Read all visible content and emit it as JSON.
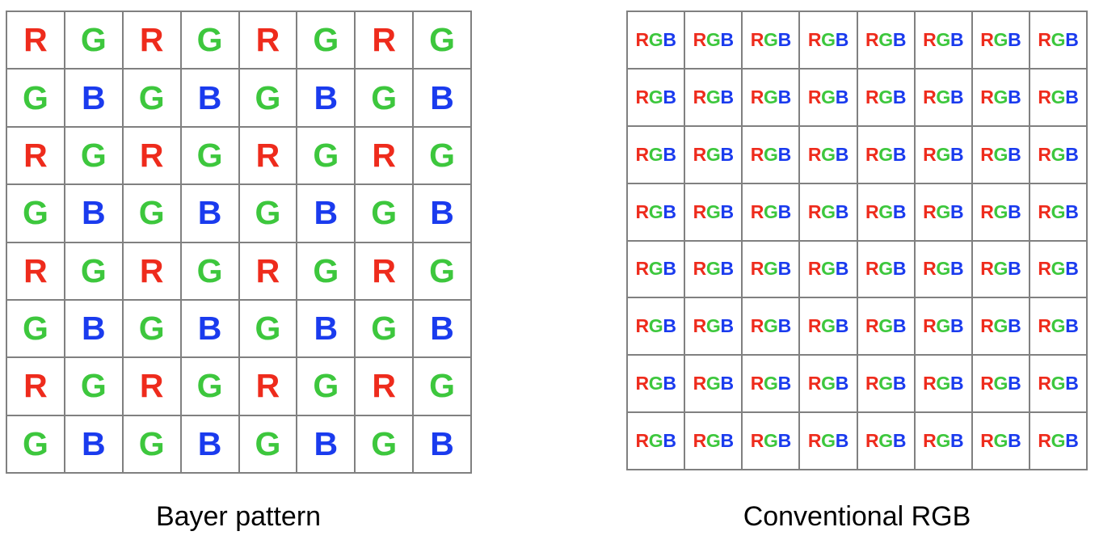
{
  "figure": {
    "background_color": "#ffffff",
    "panels": [
      {
        "id": "bayer",
        "caption": "Bayer pattern",
        "rows": 8,
        "cols": 8,
        "grid_line_color": "#808080",
        "cell_background": "#ffffff",
        "cells": [
          [
            "R",
            "G",
            "R",
            "G",
            "R",
            "G",
            "R",
            "G"
          ],
          [
            "G",
            "B",
            "G",
            "B",
            "G",
            "B",
            "G",
            "B"
          ],
          [
            "R",
            "G",
            "R",
            "G",
            "R",
            "G",
            "R",
            "G"
          ],
          [
            "G",
            "B",
            "G",
            "B",
            "G",
            "B",
            "G",
            "B"
          ],
          [
            "R",
            "G",
            "R",
            "G",
            "R",
            "G",
            "R",
            "G"
          ],
          [
            "G",
            "B",
            "G",
            "B",
            "G",
            "B",
            "G",
            "B"
          ],
          [
            "R",
            "G",
            "R",
            "G",
            "R",
            "G",
            "R",
            "G"
          ],
          [
            "G",
            "B",
            "G",
            "B",
            "G",
            "B",
            "G",
            "B"
          ]
        ]
      },
      {
        "id": "rgb",
        "caption": "Conventional RGB",
        "rows": 8,
        "cols": 8,
        "grid_line_color": "#808080",
        "cell_background": "#ffffff",
        "cells": [
          [
            "RGB",
            "RGB",
            "RGB",
            "RGB",
            "RGB",
            "RGB",
            "RGB",
            "RGB"
          ],
          [
            "RGB",
            "RGB",
            "RGB",
            "RGB",
            "RGB",
            "RGB",
            "RGB",
            "RGB"
          ],
          [
            "RGB",
            "RGB",
            "RGB",
            "RGB",
            "RGB",
            "RGB",
            "RGB",
            "RGB"
          ],
          [
            "RGB",
            "RGB",
            "RGB",
            "RGB",
            "RGB",
            "RGB",
            "RGB",
            "RGB"
          ],
          [
            "RGB",
            "RGB",
            "RGB",
            "RGB",
            "RGB",
            "RGB",
            "RGB",
            "RGB"
          ],
          [
            "RGB",
            "RGB",
            "RGB",
            "RGB",
            "RGB",
            "RGB",
            "RGB",
            "RGB"
          ],
          [
            "RGB",
            "RGB",
            "RGB",
            "RGB",
            "RGB",
            "RGB",
            "RGB",
            "RGB"
          ],
          [
            "RGB",
            "RGB",
            "RGB",
            "RGB",
            "RGB",
            "RGB",
            "RGB",
            "RGB"
          ]
        ]
      }
    ],
    "channel_colors": {
      "R": "#ee2b1c",
      "G": "#3dc73d",
      "B": "#1a3bee"
    }
  }
}
